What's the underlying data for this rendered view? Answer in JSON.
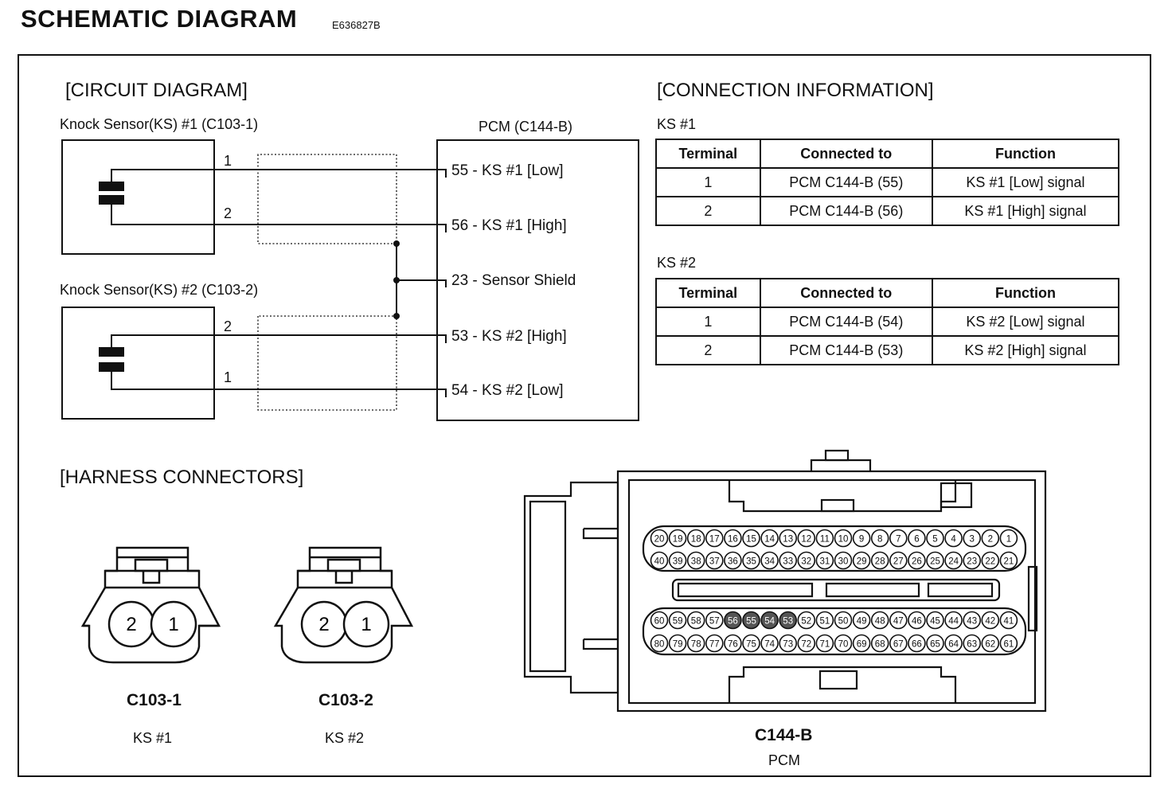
{
  "header": {
    "title": "SCHEMATIC  DIAGRAM",
    "code": "E636827B"
  },
  "circuit": {
    "heading": "[CIRCUIT DIAGRAM]",
    "ks1": {
      "label": "Knock Sensor(KS) #1 (C103-1)",
      "wire_top": "1",
      "wire_bottom": "2"
    },
    "ks2": {
      "label": "Knock Sensor(KS) #2 (C103-2)",
      "wire_top": "2",
      "wire_bottom": "1"
    },
    "pcm": {
      "label": "PCM (C144-B)",
      "pins": [
        "55 - KS #1 [Low]",
        "56 - KS #1 [High]",
        "23 - Sensor Shield",
        "53 - KS #2 [High]",
        "54 - KS #2 [Low]"
      ]
    }
  },
  "connection": {
    "heading": "[CONNECTION INFORMATION]",
    "columns": [
      "Terminal",
      "Connected to",
      "Function"
    ],
    "tables": [
      {
        "title": "KS #1",
        "rows": [
          [
            "1",
            "PCM C144-B (55)",
            "KS #1 [Low] signal"
          ],
          [
            "2",
            "PCM C144-B (56)",
            "KS #1 [High] signal"
          ]
        ]
      },
      {
        "title": "KS #2",
        "rows": [
          [
            "1",
            "PCM C144-B (54)",
            "KS #2 [Low] signal"
          ],
          [
            "2",
            "PCM C144-B (53)",
            "KS #2 [High] signal"
          ]
        ]
      }
    ]
  },
  "harness": {
    "heading": "[HARNESS CONNECTORS]",
    "connectors": [
      {
        "name": "C103-1",
        "sub": "KS #1",
        "pins": [
          "2",
          "1"
        ]
      },
      {
        "name": "C103-2",
        "sub": "KS #2",
        "pins": [
          "2",
          "1"
        ]
      }
    ],
    "pcm_connector": {
      "name": "C144-B",
      "sub": "PCM",
      "rows": [
        [
          "20",
          "19",
          "18",
          "17",
          "16",
          "15",
          "14",
          "13",
          "12",
          "11",
          "10",
          "9",
          "8",
          "7",
          "6",
          "5",
          "4",
          "3",
          "2",
          "1"
        ],
        [
          "40",
          "39",
          "38",
          "37",
          "36",
          "35",
          "34",
          "33",
          "32",
          "31",
          "30",
          "29",
          "28",
          "27",
          "26",
          "25",
          "24",
          "23",
          "22",
          "21"
        ],
        [
          "60",
          "59",
          "58",
          "57",
          "56",
          "55",
          "54",
          "53",
          "52",
          "51",
          "50",
          "49",
          "48",
          "47",
          "46",
          "45",
          "44",
          "43",
          "42",
          "41"
        ],
        [
          "80",
          "79",
          "78",
          "77",
          "76",
          "75",
          "74",
          "73",
          "72",
          "71",
          "70",
          "69",
          "68",
          "67",
          "66",
          "65",
          "64",
          "63",
          "62",
          "61"
        ]
      ],
      "highlighted": [
        "53",
        "54",
        "55",
        "56"
      ],
      "shade": "#555555"
    }
  }
}
